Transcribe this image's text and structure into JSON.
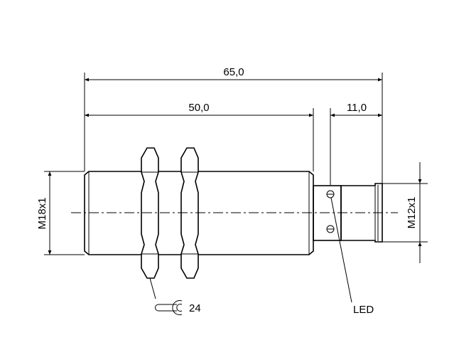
{
  "dimensions": {
    "overall_length": "65,0",
    "thread_length": "50,0",
    "connector_length": "11,0",
    "body_thread": "M18x1",
    "connector_thread": "M12x1",
    "wrench_size": "24",
    "led_label": "LED"
  }
}
